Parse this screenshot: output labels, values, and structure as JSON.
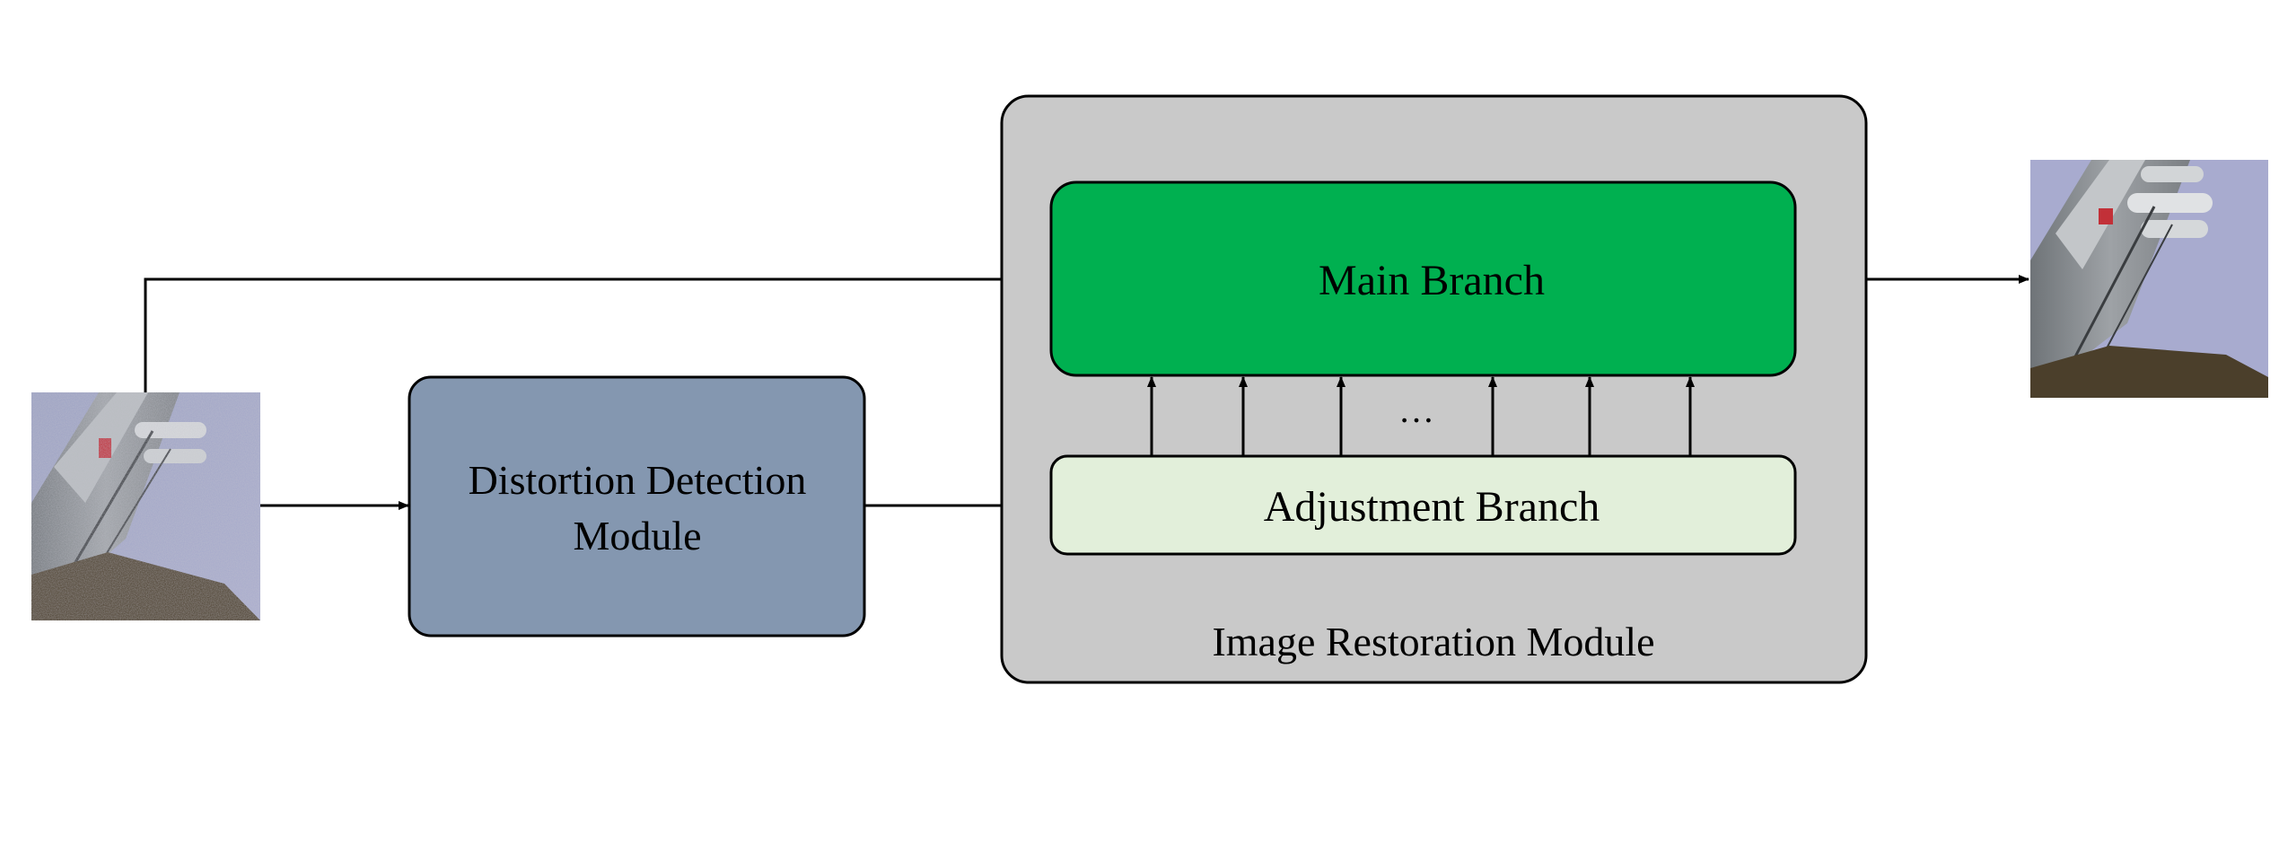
{
  "modules": {
    "distortion_detection": {
      "line1": "Distortion Detection",
      "line2": "Module",
      "color": "#8497b0"
    },
    "image_restoration": {
      "label": "Image Restoration Module",
      "color": "#c9c9c9"
    },
    "main_branch": {
      "label": "Main Branch",
      "color": "#00b050"
    },
    "adjustment_branch": {
      "label": "Adjustment Branch",
      "color": "#e2efda"
    }
  },
  "ellipsis": "…",
  "images": {
    "input": "degraded-aircraft-image",
    "output": "restored-aircraft-image"
  }
}
